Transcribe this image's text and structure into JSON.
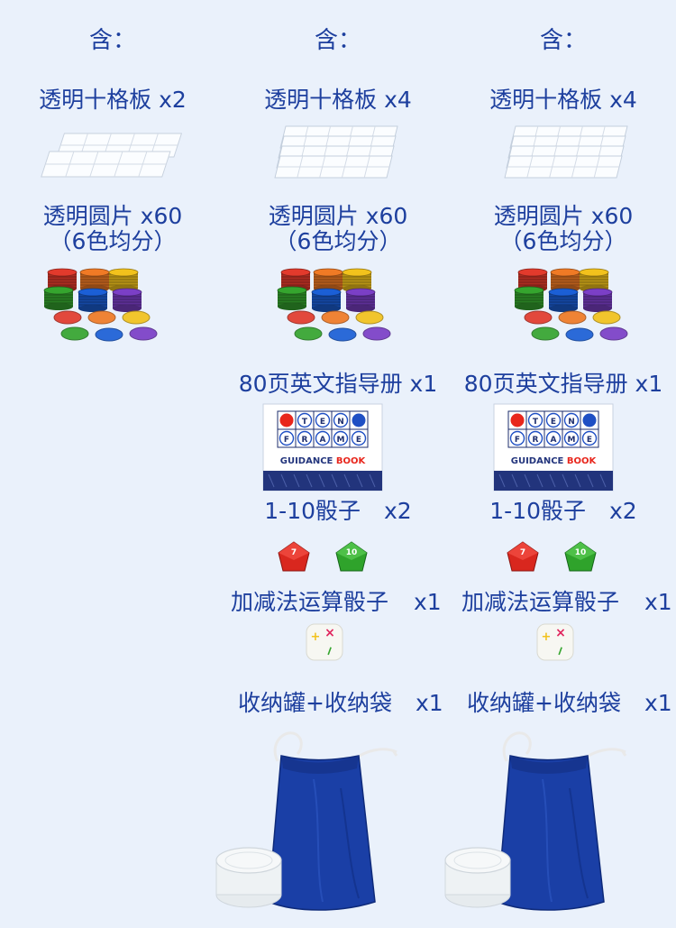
{
  "columns": [
    {
      "header": "含：",
      "items": {
        "boards": "透明十格板 x2",
        "chips_line1": "透明圆片 x60",
        "chips_line2": "（6色均分）"
      }
    },
    {
      "header": "含：",
      "items": {
        "boards": "透明十格板 x4",
        "chips_line1": "透明圆片 x60",
        "chips_line2": "（6色均分）",
        "book": "80页英文指导册 x1",
        "dice_name": "1-10骰子",
        "dice_qty": "x2",
        "op_dice_name": "加减法运算骰子",
        "op_dice_qty": "x1",
        "storage_name": "收纳罐+收纳袋",
        "storage_qty": "x1"
      }
    },
    {
      "header": "含：",
      "items": {
        "boards": "透明十格板 x4",
        "chips_line1": "透明圆片 x60",
        "chips_line2": "（6色均分）",
        "book": "80页英文指导册 x1",
        "dice_name": "1-10骰子",
        "dice_qty": "x2",
        "op_dice_name": "加减法运算骰子",
        "op_dice_qty": "x1",
        "storage_name": "收纳罐+收纳袋",
        "storage_qty": "x1"
      }
    }
  ],
  "book_cover": {
    "ten_letters": [
      "T",
      "E",
      "N"
    ],
    "frame_letters": [
      "F",
      "R",
      "A",
      "M",
      "E"
    ],
    "title_part1": "GUIDANCE ",
    "title_part2": "BOOK"
  },
  "dice_faces": {
    "die_a": "7",
    "die_b": "10",
    "op_plus": "+",
    "op_minus": "−",
    "op_times": "×"
  },
  "colors": {
    "text": "#1d3f9e",
    "background": "#eaf1fb",
    "bag": "#1a3fa6",
    "chip_red": "#e23a2c",
    "chip_orange": "#f07a25",
    "chip_yellow": "#f2c21c",
    "chip_green": "#35a52e",
    "chip_blue": "#1b5fd6",
    "chip_purple": "#7b3fc6"
  }
}
